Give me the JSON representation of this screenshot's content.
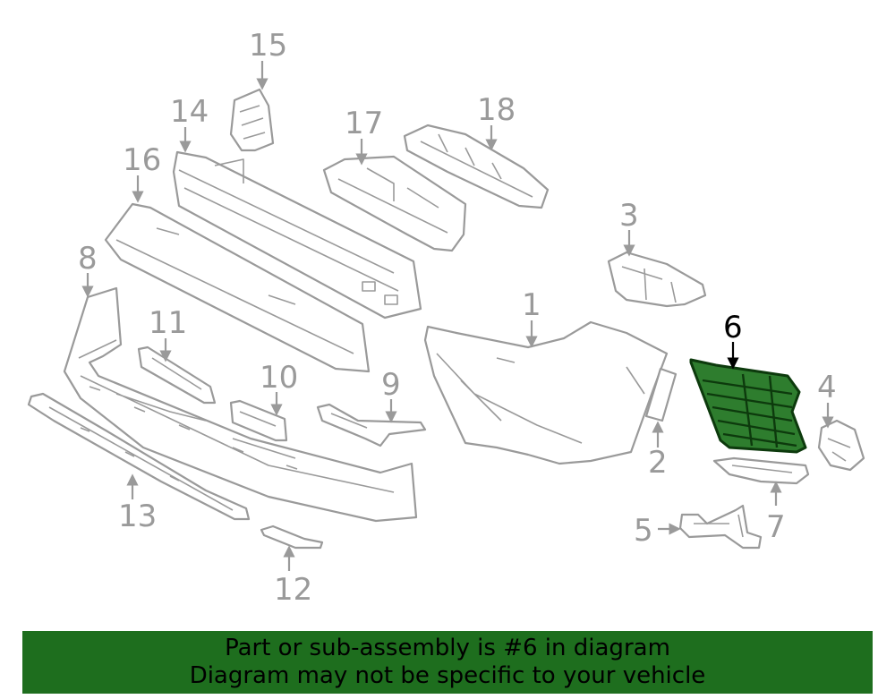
{
  "callouts": {
    "c1": "1",
    "c2": "2",
    "c3": "3",
    "c4": "4",
    "c5": "5",
    "c6": "6",
    "c7": "7",
    "c8": "8",
    "c9": "9",
    "c10": "10",
    "c11": "11",
    "c12": "12",
    "c13": "13",
    "c14": "14",
    "c15": "15",
    "c16": "16",
    "c17": "17",
    "c18": "18"
  },
  "highlighted_part": "6",
  "colors": {
    "banner_bg": "#1e6e1e",
    "highlight_fill": "#2e7d2e",
    "line_gray": "#9a9a9a"
  },
  "banner": {
    "line1": "Part or sub-assembly is #6 in diagram",
    "line2": "Diagram may not be specific to your vehicle"
  }
}
